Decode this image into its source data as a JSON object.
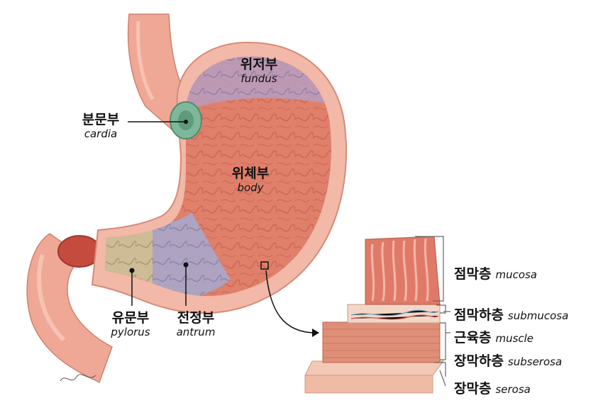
{
  "regions": {
    "fundus": {
      "ko": "위저부",
      "en": "fundus"
    },
    "cardia": {
      "ko": "분문부",
      "en": "cardia"
    },
    "body": {
      "ko": "위체부",
      "en": "body"
    },
    "pylorus": {
      "ko": "유문부",
      "en": "pylorus"
    },
    "antrum": {
      "ko": "전정부",
      "en": "antrum"
    }
  },
  "layers": [
    {
      "ko": "점막층",
      "en": "mucosa"
    },
    {
      "ko": "점막하층",
      "en": "submucosa"
    },
    {
      "ko": "근육층",
      "en": "muscle"
    },
    {
      "ko": "장막하층",
      "en": "subserosa"
    },
    {
      "ko": "장막층",
      "en": "serosa"
    }
  ],
  "colors": {
    "stomach_wall": "#f2b8a8",
    "body_region": "#e0806a",
    "fundus_region": "#b99bbd",
    "antrum_region": "#a9a6c9",
    "pylorus_region": "#cbbf98",
    "cardia_region": "#7fb79a",
    "mucosa": "#e07a68",
    "muscle": "#df8f78",
    "serosa": "#f3c9b6"
  }
}
